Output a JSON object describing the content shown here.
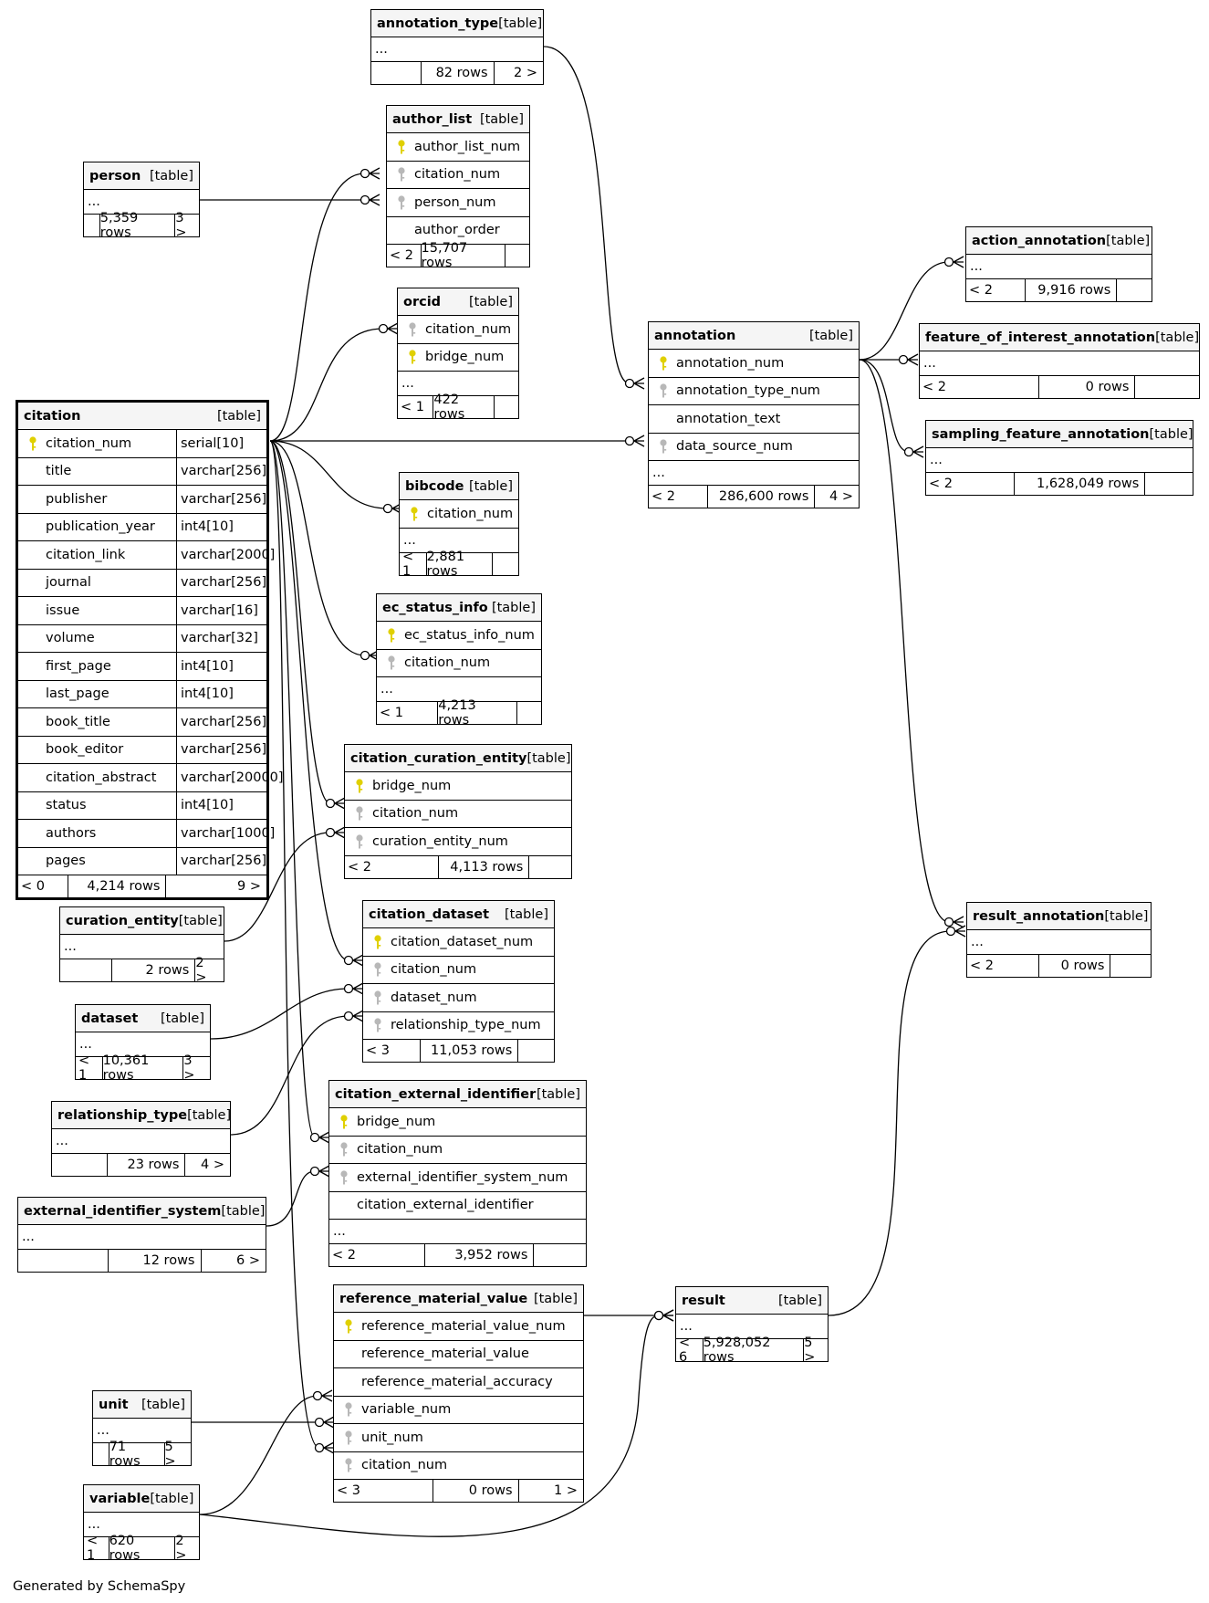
{
  "footer_text": "Generated by SchemaSpy",
  "key_colors": {
    "primary": "#e0d000",
    "foreign": "#b8b8b8"
  },
  "tables": {
    "annotation_type": {
      "name": "annotation_type",
      "type": "[table]",
      "ellipsis": "...",
      "foot": [
        "",
        "82 rows",
        "2 >"
      ]
    },
    "author_list": {
      "name": "author_list",
      "type": "[table]",
      "cols": [
        {
          "name": "author_list_num",
          "key": "pk"
        },
        {
          "name": "citation_num",
          "key": "fk"
        },
        {
          "name": "person_num",
          "key": "fk"
        },
        {
          "name": "author_order",
          "key": ""
        }
      ],
      "foot": [
        "< 2",
        "15,707 rows",
        ""
      ]
    },
    "person": {
      "name": "person",
      "type": "[table]",
      "ellipsis": "...",
      "foot": [
        "",
        "5,359 rows",
        "3 >"
      ]
    },
    "orcid": {
      "name": "orcid",
      "type": "[table]",
      "cols": [
        {
          "name": "citation_num",
          "key": "fk"
        },
        {
          "name": "bridge_num",
          "key": "pk"
        }
      ],
      "ellipsis": "...",
      "foot": [
        "< 1",
        "422 rows",
        ""
      ]
    },
    "action_annotation": {
      "name": "action_annotation",
      "type": "[table]",
      "ellipsis": "...",
      "foot": [
        "< 2",
        "9,916 rows",
        ""
      ]
    },
    "feature_of_interest_annotation": {
      "name": "feature_of_interest_annotation",
      "type": "[table]",
      "ellipsis": "...",
      "foot": [
        "< 2",
        "0 rows",
        ""
      ]
    },
    "sampling_feature_annotation": {
      "name": "sampling_feature_annotation",
      "type": "[table]",
      "ellipsis": "...",
      "foot": [
        "< 2",
        "1,628,049 rows",
        ""
      ]
    },
    "annotation": {
      "name": "annotation",
      "type": "[table]",
      "cols": [
        {
          "name": "annotation_num",
          "key": "pk"
        },
        {
          "name": "annotation_type_num",
          "key": "fk"
        },
        {
          "name": "annotation_text",
          "key": ""
        },
        {
          "name": "data_source_num",
          "key": "fk"
        }
      ],
      "ellipsis": "...",
      "foot": [
        "< 2",
        "286,600 rows",
        "4 >"
      ]
    },
    "citation": {
      "name": "citation",
      "type": "[table]",
      "cols": [
        {
          "name": "citation_num",
          "key": "pk",
          "dtype": "serial[10]"
        },
        {
          "name": "title",
          "key": "",
          "dtype": "varchar[256]"
        },
        {
          "name": "publisher",
          "key": "",
          "dtype": "varchar[256]"
        },
        {
          "name": "publication_year",
          "key": "",
          "dtype": "int4[10]"
        },
        {
          "name": "citation_link",
          "key": "",
          "dtype": "varchar[2000]"
        },
        {
          "name": "journal",
          "key": "",
          "dtype": "varchar[256]"
        },
        {
          "name": "issue",
          "key": "",
          "dtype": "varchar[16]"
        },
        {
          "name": "volume",
          "key": "",
          "dtype": "varchar[32]"
        },
        {
          "name": "first_page",
          "key": "",
          "dtype": "int4[10]"
        },
        {
          "name": "last_page",
          "key": "",
          "dtype": "int4[10]"
        },
        {
          "name": "book_title",
          "key": "",
          "dtype": "varchar[256]"
        },
        {
          "name": "book_editor",
          "key": "",
          "dtype": "varchar[256]"
        },
        {
          "name": "citation_abstract",
          "key": "",
          "dtype": "varchar[20000]"
        },
        {
          "name": "status",
          "key": "",
          "dtype": "int4[10]"
        },
        {
          "name": "authors",
          "key": "",
          "dtype": "varchar[1000]"
        },
        {
          "name": "pages",
          "key": "",
          "dtype": "varchar[256]"
        }
      ],
      "foot": [
        "< 0",
        "4,214 rows",
        "9 >"
      ]
    },
    "bibcode": {
      "name": "bibcode",
      "type": "[table]",
      "cols": [
        {
          "name": "citation_num",
          "key": "pk"
        }
      ],
      "ellipsis": "...",
      "foot": [
        "< 1",
        "2,881 rows",
        ""
      ]
    },
    "ec_status_info": {
      "name": "ec_status_info",
      "type": "[table]",
      "cols": [
        {
          "name": "ec_status_info_num",
          "key": "pk"
        },
        {
          "name": "citation_num",
          "key": "fk"
        }
      ],
      "ellipsis": "...",
      "foot": [
        "< 1",
        "4,213 rows",
        ""
      ]
    },
    "citation_curation_entity": {
      "name": "citation_curation_entity",
      "type": "[table]",
      "cols": [
        {
          "name": "bridge_num",
          "key": "pk"
        },
        {
          "name": "citation_num",
          "key": "fk"
        },
        {
          "name": "curation_entity_num",
          "key": "fk"
        }
      ],
      "foot": [
        "< 2",
        "4,113 rows",
        ""
      ]
    },
    "curation_entity": {
      "name": "curation_entity",
      "type": "[table]",
      "ellipsis": "...",
      "foot": [
        "",
        "2 rows",
        "2 >"
      ]
    },
    "result_annotation": {
      "name": "result_annotation",
      "type": "[table]",
      "ellipsis": "...",
      "foot": [
        "< 2",
        "0 rows",
        ""
      ]
    },
    "citation_dataset": {
      "name": "citation_dataset",
      "type": "[table]",
      "cols": [
        {
          "name": "citation_dataset_num",
          "key": "pk"
        },
        {
          "name": "citation_num",
          "key": "fk"
        },
        {
          "name": "dataset_num",
          "key": "fk"
        },
        {
          "name": "relationship_type_num",
          "key": "fk"
        }
      ],
      "foot": [
        "< 3",
        "11,053 rows",
        ""
      ]
    },
    "dataset": {
      "name": "dataset",
      "type": "[table]",
      "ellipsis": "...",
      "foot": [
        "< 1",
        "10,361 rows",
        "3 >"
      ]
    },
    "relationship_type": {
      "name": "relationship_type",
      "type": "[table]",
      "ellipsis": "...",
      "foot": [
        "",
        "23 rows",
        "4 >"
      ]
    },
    "citation_external_identifier": {
      "name": "citation_external_identifier",
      "type": "[table]",
      "cols": [
        {
          "name": "bridge_num",
          "key": "pk"
        },
        {
          "name": "citation_num",
          "key": "fk"
        },
        {
          "name": "external_identifier_system_num",
          "key": "fk"
        },
        {
          "name": "citation_external_identifier",
          "key": ""
        }
      ],
      "ellipsis": "...",
      "foot": [
        "< 2",
        "3,952 rows",
        ""
      ]
    },
    "external_identifier_system": {
      "name": "external_identifier_system",
      "type": "[table]",
      "ellipsis": "...",
      "foot": [
        "",
        "12 rows",
        "6 >"
      ]
    },
    "reference_material_value": {
      "name": "reference_material_value",
      "type": "[table]",
      "cols": [
        {
          "name": "reference_material_value_num",
          "key": "pk"
        },
        {
          "name": "reference_material_value",
          "key": ""
        },
        {
          "name": "reference_material_accuracy",
          "key": ""
        },
        {
          "name": "variable_num",
          "key": "fk"
        },
        {
          "name": "unit_num",
          "key": "fk"
        },
        {
          "name": "citation_num",
          "key": "fk"
        }
      ],
      "foot": [
        "< 3",
        "0 rows",
        "1 >"
      ]
    },
    "result": {
      "name": "result",
      "type": "[table]",
      "ellipsis": "...",
      "foot": [
        "< 6",
        "5,928,052 rows",
        "5 >"
      ]
    },
    "unit": {
      "name": "unit",
      "type": "[table]",
      "ellipsis": "...",
      "foot": [
        "",
        "71 rows",
        "5 >"
      ]
    },
    "variable": {
      "name": "variable",
      "type": "[table]",
      "ellipsis": "...",
      "foot": [
        "< 1",
        "620 rows",
        "2 >"
      ]
    }
  }
}
